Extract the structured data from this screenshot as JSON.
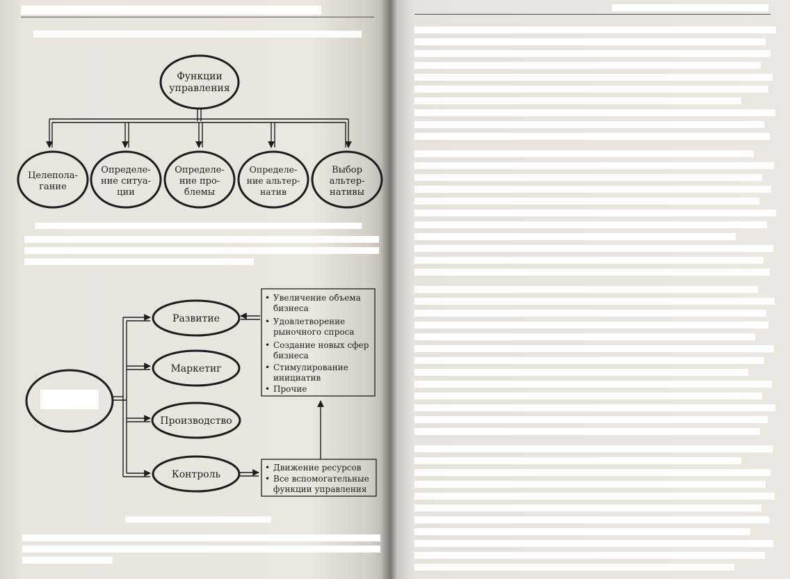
{
  "diagram1": {
    "root": {
      "line1": "Функции",
      "line2": "управления"
    },
    "children": [
      {
        "line1": "Целепола-",
        "line2": "гание"
      },
      {
        "line1": "Определе-",
        "line2": "ние ситуа-",
        "line3": "ции"
      },
      {
        "line1": "Определе-",
        "line2": "ние про-",
        "line3": "блемы"
      },
      {
        "line1": "Определе-",
        "line2": "ние альтер-",
        "line3": "натив"
      },
      {
        "line1": "Выбор",
        "line2": "альтер-",
        "line3": "нативы"
      }
    ]
  },
  "diagram2": {
    "nodes": [
      "Развитие",
      "Маркетиг",
      "Производство",
      "Контроль"
    ],
    "development_list": [
      {
        "line1": "Увеличение объема",
        "line2": "бизнеса"
      },
      {
        "line1": "Удовлетворение",
        "line2": "рыночного спроса"
      },
      {
        "line1": "Создание новых сфер",
        "line2": "бизнеса"
      },
      {
        "line1": "Стимулирование",
        "line2": "инициатив"
      },
      {
        "line1": "Прочие",
        "line2": ""
      }
    ],
    "control_list": [
      {
        "line1": "Движение ресурсов",
        "line2": ""
      },
      {
        "line1": "Все вспомогательные",
        "line2": "функции управления"
      }
    ],
    "bullet": "•"
  },
  "colors": {
    "ink": "#1c1c1c",
    "paper_left": "#eae7df",
    "paper_right": "#ebe8e1",
    "redaction": "#ffffff"
  }
}
